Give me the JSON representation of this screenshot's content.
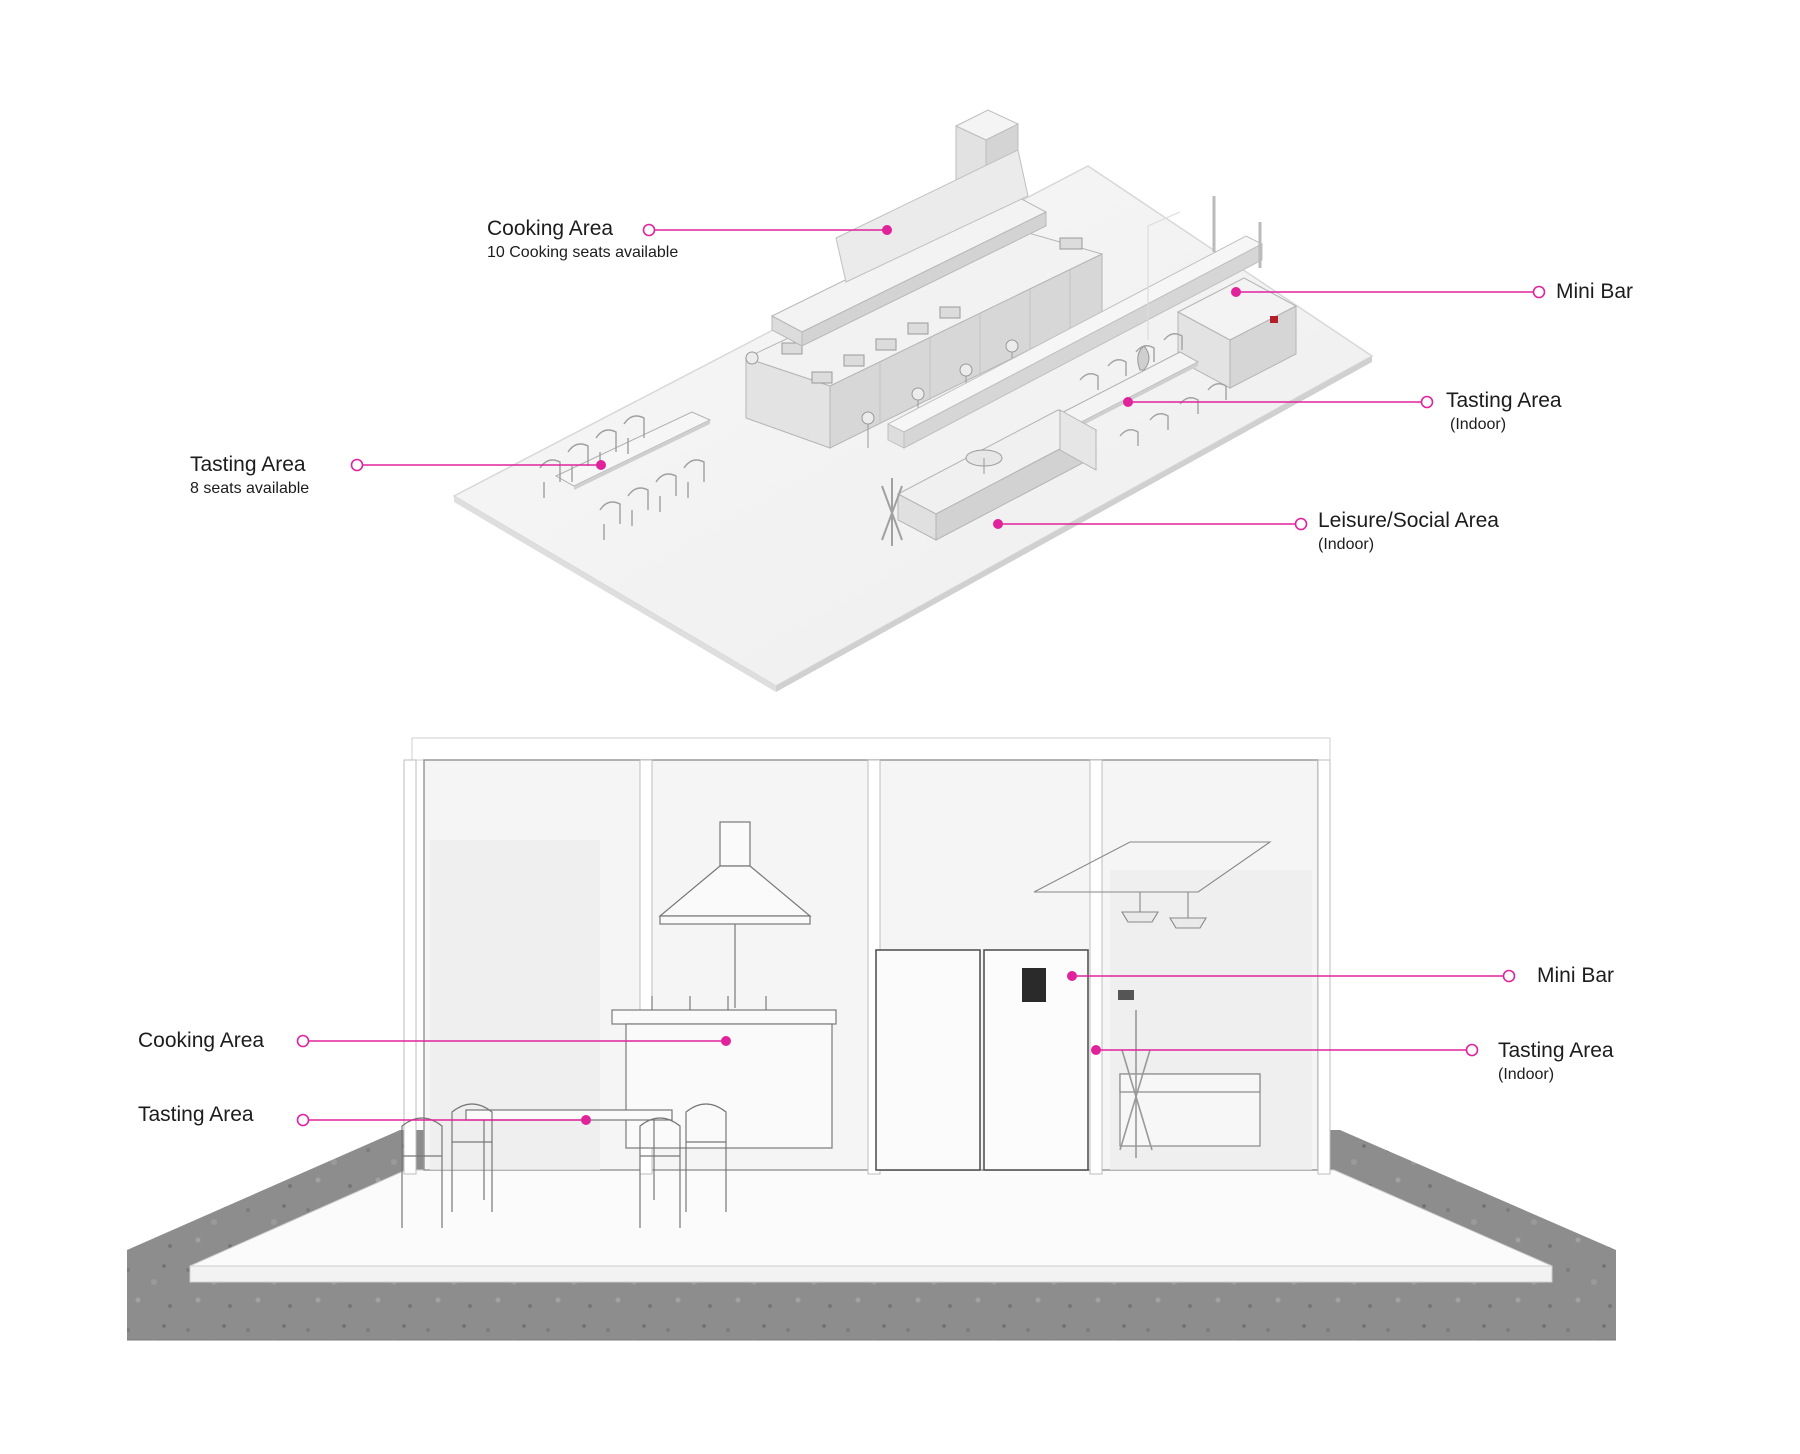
{
  "colors": {
    "accent": "#e0239b",
    "model_fill": "#efefef",
    "model_edge": "#b9b9b9",
    "ground": "#8c8c8c"
  },
  "icons": {
    "leader_start": "filled-magenta-dot",
    "leader_end": "hollow-magenta-ring"
  },
  "isometric": {
    "labels": {
      "cooking": {
        "title": "Cooking Area",
        "subtitle": "10 Cooking seats available"
      },
      "minibar": {
        "title": "Mini Bar",
        "subtitle": ""
      },
      "tasting_indoor": {
        "title": "Tasting Area",
        "subtitle": "(Indoor)"
      },
      "tasting": {
        "title": "Tasting Area",
        "subtitle": "8 seats available"
      },
      "leisure": {
        "title": "Leisure/Social Area",
        "subtitle": "(Indoor)"
      }
    }
  },
  "elevation": {
    "labels": {
      "minibar": {
        "title": "Mini Bar",
        "subtitle": ""
      },
      "cooking": {
        "title": "Cooking Area",
        "subtitle": ""
      },
      "tasting_indoor": {
        "title": "Tasting Area",
        "subtitle": "(Indoor)"
      },
      "tasting": {
        "title": "Tasting Area",
        "subtitle": ""
      }
    }
  }
}
